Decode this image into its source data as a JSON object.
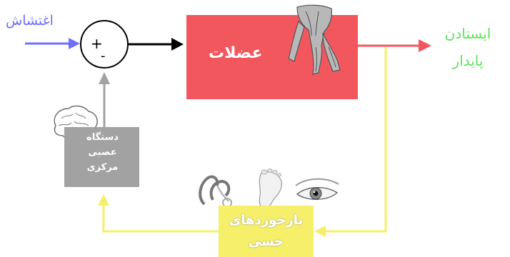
{
  "labels": {
    "disturbance": "اغتشاش",
    "muscles": "عضلات",
    "output_line1": "ایستادن",
    "output_line2": "پایدار",
    "cns_line1": "دستگاه",
    "cns_line2": "عصبی",
    "cns_line3": "مرکزی",
    "sensors_line1": "بازخوردهای",
    "sensors_line2": "حسی",
    "sum_plus": "+",
    "sum_minus": "-"
  },
  "colors": {
    "disturbance": "#6f6fff",
    "output": "#5fe35f",
    "muscles": "#f2575e",
    "cns": "#a2a2a2",
    "sensors": "#f5ef6a",
    "feedback_line": "#f5ef6a",
    "cns_arrow": "#a2a2a2"
  },
  "icons": [
    "leg-muscles-icon",
    "brain-icon",
    "inner-ear-icon",
    "foot-icon",
    "eye-icon"
  ]
}
